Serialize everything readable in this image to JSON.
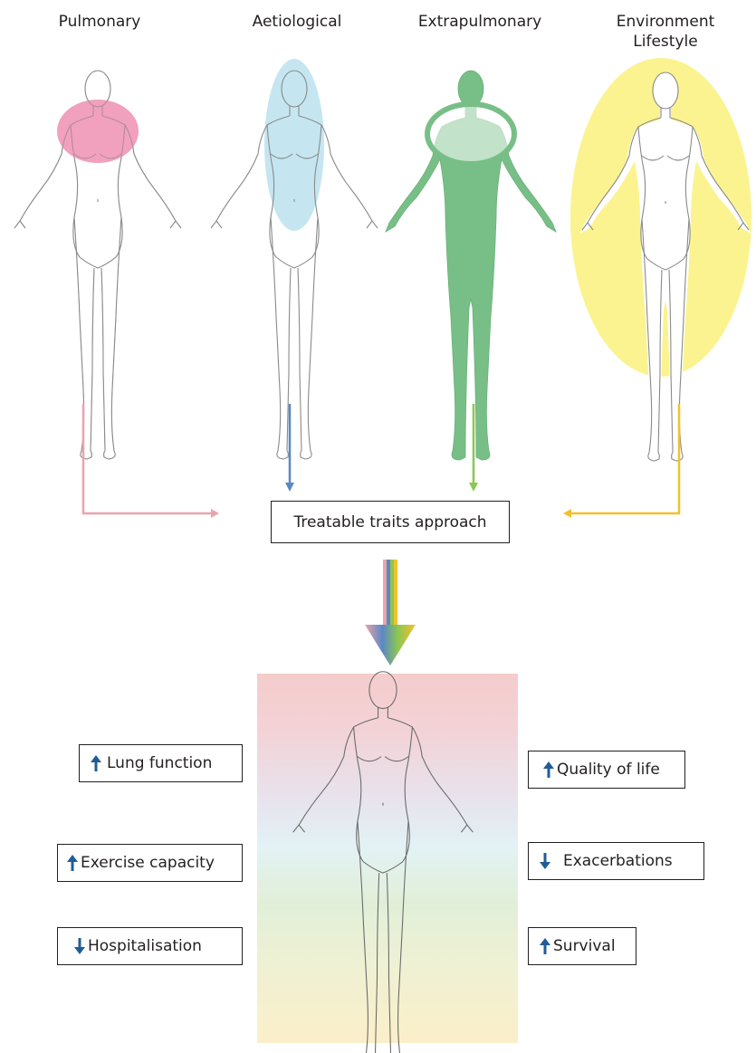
{
  "columns": [
    {
      "label": "Pulmonary",
      "color": "#e8a5ac"
    },
    {
      "label": "Aetiological",
      "color": "#5b88c4"
    },
    {
      "label": "Extrapulmonary",
      "color": "#8dc751"
    },
    {
      "label_line1": "Environment",
      "label_line2": "Lifestyle",
      "color": "#f2c12e"
    }
  ],
  "center_box": "Treatable traits approach",
  "outcomes": {
    "left": [
      {
        "label": "Lung function",
        "direction": "up"
      },
      {
        "label": "Exercise capacity",
        "direction": "up"
      },
      {
        "label": "Hospitalisation",
        "direction": "down"
      }
    ],
    "right": [
      {
        "label": "Quality of life",
        "direction": "up"
      },
      {
        "label": "Exacerbations",
        "direction": "down"
      },
      {
        "label": "Survival",
        "direction": "up"
      }
    ]
  },
  "colors": {
    "pink_highlight": "#ef8fb3",
    "blue_highlight": "#bfe3ee",
    "green_figure": "#78bf87",
    "yellow_highlight": "#fbf38f",
    "outcome_arrow": "#1f5d97"
  }
}
